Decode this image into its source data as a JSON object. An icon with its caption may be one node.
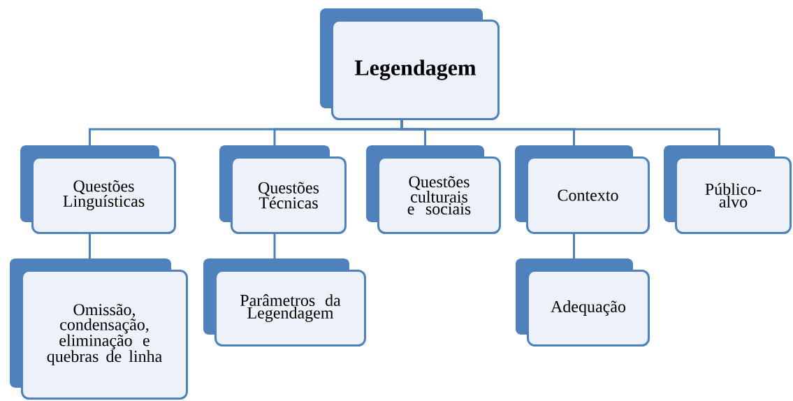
{
  "diagram": {
    "nodes": [
      {
        "text": [
          "Legendagem"
        ]
      },
      {
        "text": [
          "Questões Linguísticas"
        ]
      },
      {
        "text": [
          "Questões Técnicas"
        ]
      },
      {
        "text": [
          "Questões culturais e sociais"
        ]
      },
      {
        "text": [
          "Contexto"
        ]
      },
      {
        "text": [
          "Público-alvo"
        ]
      },
      {
        "text": [
          "Omissão, condensação, eliminação e quebras de linha"
        ]
      },
      {
        "text": [
          "Parâmetros da Legendagem"
        ]
      },
      {
        "text": [
          "Adequação"
        ]
      }
    ],
    "edges": [
      {
        "from": 0,
        "to": 1,
        "arrow": "none"
      },
      {
        "from": 0,
        "to": 2,
        "arrow": "none"
      },
      {
        "from": 0,
        "to": 3,
        "arrow": "none"
      },
      {
        "from": 0,
        "to": 4,
        "arrow": "none"
      },
      {
        "from": 0,
        "to": 5,
        "arrow": "none"
      },
      {
        "from": 1,
        "to": 6,
        "arrow": "none"
      },
      {
        "from": 2,
        "to": 7,
        "arrow": "none"
      },
      {
        "from": 4,
        "to": 8,
        "arrow": "none"
      }
    ]
  }
}
